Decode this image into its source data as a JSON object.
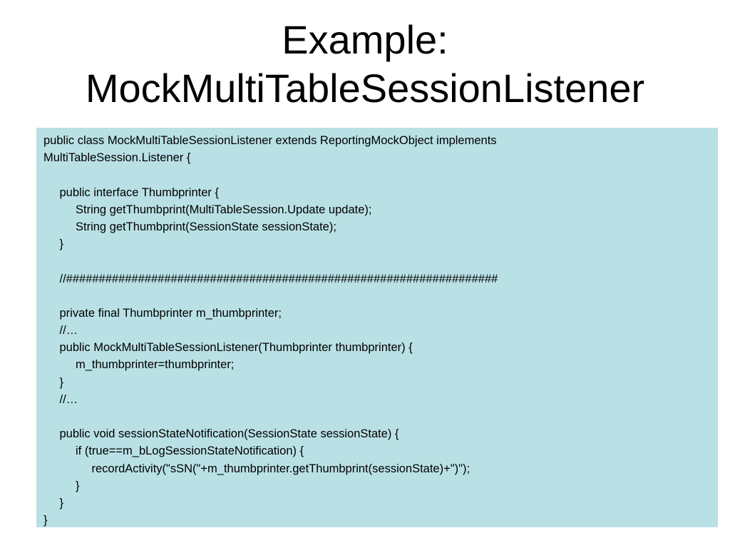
{
  "slide": {
    "title_line1": "Example:",
    "title_line2": "MockMultiTableSessionListener"
  },
  "code": {
    "background": "#b9e0e5",
    "lines": [
      {
        "indent": 0,
        "text": "public class MockMultiTableSessionListener extends ReportingMockObject implements"
      },
      {
        "indent": 0,
        "text": "MultiTableSession.Listener {"
      },
      {
        "indent": 0,
        "text": ""
      },
      {
        "indent": 1,
        "text": "public interface Thumbprinter {"
      },
      {
        "indent": 2,
        "text": "String getThumbprint(MultiTableSession.Update update);"
      },
      {
        "indent": 2,
        "text": "String getThumbprint(SessionState sessionState);"
      },
      {
        "indent": 1,
        "text": "}"
      },
      {
        "indent": 0,
        "text": ""
      },
      {
        "indent": 1,
        "text": "//##################################################################"
      },
      {
        "indent": 0,
        "text": ""
      },
      {
        "indent": 1,
        "text": "private final Thumbprinter m_thumbprinter;"
      },
      {
        "indent": 1,
        "text": "//…"
      },
      {
        "indent": 1,
        "text": "public MockMultiTableSessionListener(Thumbprinter thumbprinter) {"
      },
      {
        "indent": 2,
        "text": "m_thumbprinter=thumbprinter;"
      },
      {
        "indent": 1,
        "text": "}"
      },
      {
        "indent": 1,
        "text": "//…"
      },
      {
        "indent": 0,
        "text": ""
      },
      {
        "indent": 1,
        "text": "public void sessionStateNotification(SessionState sessionState) {"
      },
      {
        "indent": 2,
        "text": "if (true==m_bLogSessionStateNotification) {"
      },
      {
        "indent": 3,
        "text": "recordActivity(\"sSN(\"+m_thumbprinter.getThumbprint(sessionState)+\")\");"
      },
      {
        "indent": 2,
        "text": "}"
      },
      {
        "indent": 1,
        "text": "}"
      },
      {
        "indent": 0,
        "text": "}"
      }
    ]
  }
}
